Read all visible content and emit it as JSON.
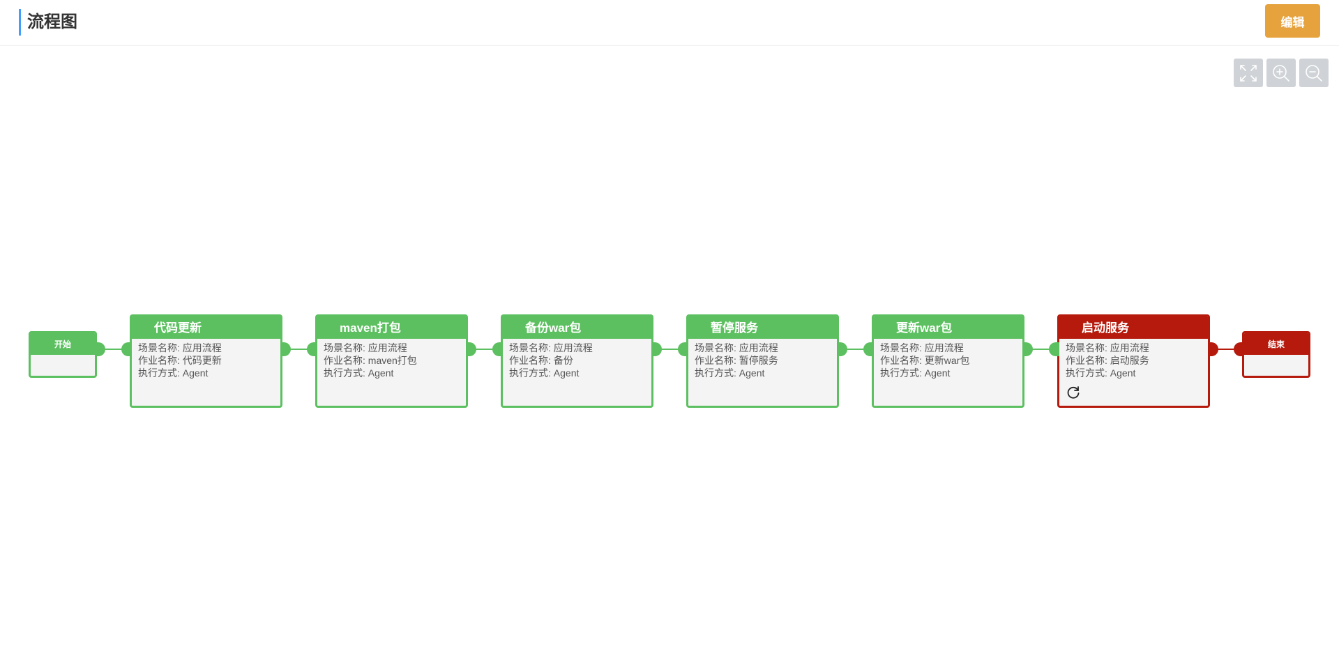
{
  "header": {
    "title": "流程图",
    "edit_label": "编辑"
  },
  "toolbar": {
    "fit_icon": "fullscreen-icon",
    "zoom_in_icon": "zoom-in-icon",
    "zoom_out_icon": "zoom-out-icon"
  },
  "colors": {
    "success": "#5cc060",
    "error": "#b51a0c",
    "accent": "#409eff",
    "edit_button": "#e6a23c"
  },
  "start": {
    "label": "开始",
    "status": "success"
  },
  "end": {
    "label": "结束",
    "status": "error"
  },
  "nodes": [
    {
      "title": "代码更新",
      "scene": "场景名称: 应用流程",
      "job": "作业名称: 代码更新",
      "mode": "执行方式: Agent",
      "status": "success"
    },
    {
      "title": "maven打包",
      "scene": "场景名称: 应用流程",
      "job": "作业名称: maven打包",
      "mode": "执行方式: Agent",
      "status": "success"
    },
    {
      "title": "备份war包",
      "scene": "场景名称: 应用流程",
      "job": "作业名称: 备份",
      "mode": "执行方式: Agent",
      "status": "success"
    },
    {
      "title": "暂停服务",
      "scene": "场景名称: 应用流程",
      "job": "作业名称: 暂停服务",
      "mode": "执行方式: Agent",
      "status": "success"
    },
    {
      "title": "更新war包",
      "scene": "场景名称: 应用流程",
      "job": "作业名称: 更新war包",
      "mode": "执行方式: Agent",
      "status": "success"
    },
    {
      "title": "启动服务",
      "scene": "场景名称: 应用流程",
      "job": "作业名称: 启动服务",
      "mode": "执行方式: Agent",
      "status": "error",
      "retry_icon": "refresh-icon"
    }
  ]
}
